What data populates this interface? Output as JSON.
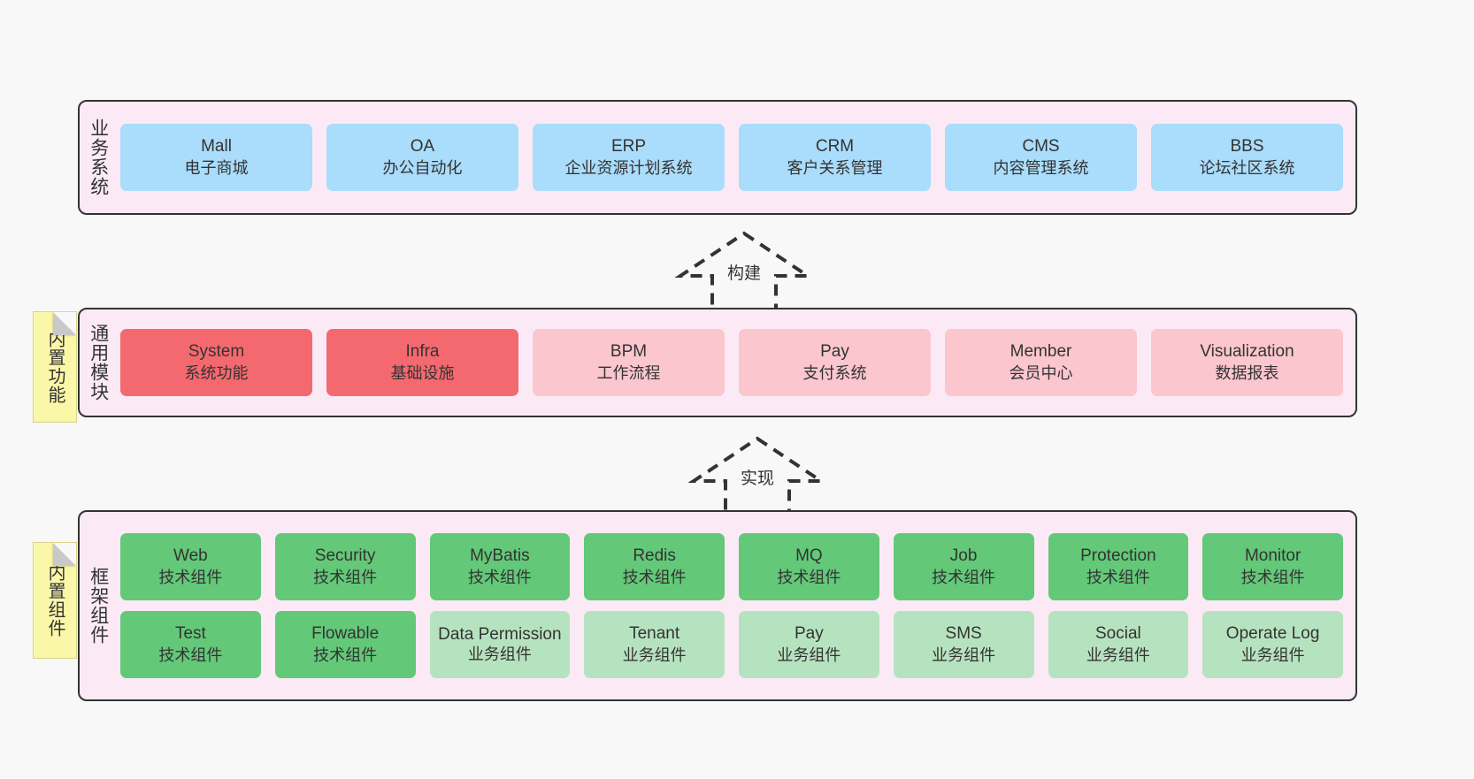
{
  "diagram": {
    "title": "",
    "background_color": "#f8f8f8",
    "layer_fill": "#fbeaf5",
    "layer_border": "#333333",
    "note_fill": "#fbf7a8"
  },
  "layers": [
    {
      "id": "business",
      "title": "业务系统",
      "note": null,
      "rows": [
        {
          "cards": [
            {
              "name": "Mall",
              "sub": "电子商城",
              "color": "#aadcfb",
              "style": "c-blue"
            },
            {
              "name": "OA",
              "sub": "办公自动化",
              "color": "#aadcfb",
              "style": "c-blue"
            },
            {
              "name": "ERP",
              "sub": "企业资源计划系统",
              "color": "#aadcfb",
              "style": "c-blue"
            },
            {
              "name": "CRM",
              "sub": "客户关系管理",
              "color": "#aadcfb",
              "style": "c-blue"
            },
            {
              "name": "CMS",
              "sub": "内容管理系统",
              "color": "#aadcfb",
              "style": "c-blue"
            },
            {
              "name": "BBS",
              "sub": "论坛社区系统",
              "color": "#aadcfb",
              "style": "c-blue"
            }
          ]
        }
      ]
    },
    {
      "id": "common",
      "title": "通用模块",
      "note": "内置功能",
      "rows": [
        {
          "cards": [
            {
              "name": "System",
              "sub": "系统功能",
              "color": "#f4696f",
              "style": "c-red"
            },
            {
              "name": "Infra",
              "sub": "基础设施",
              "color": "#f4696f",
              "style": "c-red"
            },
            {
              "name": "BPM",
              "sub": "工作流程",
              "color": "#fbc6ce",
              "style": "c-pink"
            },
            {
              "name": "Pay",
              "sub": "支付系统",
              "color": "#fbc6ce",
              "style": "c-pink"
            },
            {
              "name": "Member",
              "sub": "会员中心",
              "color": "#fbc6ce",
              "style": "c-pink"
            },
            {
              "name": "Visualization",
              "sub": "数据报表",
              "color": "#fbc6ce",
              "style": "c-pink"
            }
          ]
        }
      ]
    },
    {
      "id": "framework",
      "title": "框架组件",
      "note": "内置组件",
      "rows": [
        {
          "cards": [
            {
              "name": "Web",
              "sub": "技术组件",
              "color": "#63c878",
              "style": "c-green"
            },
            {
              "name": "Security",
              "sub": "技术组件",
              "color": "#63c878",
              "style": "c-green"
            },
            {
              "name": "MyBatis",
              "sub": "技术组件",
              "color": "#63c878",
              "style": "c-green"
            },
            {
              "name": "Redis",
              "sub": "技术组件",
              "color": "#63c878",
              "style": "c-green"
            },
            {
              "name": "MQ",
              "sub": "技术组件",
              "color": "#63c878",
              "style": "c-green"
            },
            {
              "name": "Job",
              "sub": "技术组件",
              "color": "#63c878",
              "style": "c-green"
            },
            {
              "name": "Protection",
              "sub": "技术组件",
              "color": "#63c878",
              "style": "c-green"
            },
            {
              "name": "Monitor",
              "sub": "技术组件",
              "color": "#63c878",
              "style": "c-green"
            }
          ]
        },
        {
          "cards": [
            {
              "name": "Test",
              "sub": "技术组件",
              "color": "#63c878",
              "style": "c-green"
            },
            {
              "name": "Flowable",
              "sub": "技术组件",
              "color": "#63c878",
              "style": "c-green"
            },
            {
              "name": "Data Permission",
              "sub": "业务组件",
              "color": "#b6e3bf",
              "style": "c-lightgreen"
            },
            {
              "name": "Tenant",
              "sub": "业务组件",
              "color": "#b6e3bf",
              "style": "c-lightgreen"
            },
            {
              "name": "Pay",
              "sub": "业务组件",
              "color": "#b6e3bf",
              "style": "c-lightgreen"
            },
            {
              "name": "SMS",
              "sub": "业务组件",
              "color": "#b6e3bf",
              "style": "c-lightgreen"
            },
            {
              "name": "Social",
              "sub": "业务组件",
              "color": "#b6e3bf",
              "style": "c-lightgreen"
            },
            {
              "name": "Operate Log",
              "sub": "业务组件",
              "color": "#b6e3bf",
              "style": "c-lightgreen"
            }
          ]
        }
      ]
    }
  ],
  "arrows": [
    {
      "id": "build",
      "label": "构建",
      "direction": "up",
      "style": "dashed",
      "color": "#333333"
    },
    {
      "id": "impl",
      "label": "实现",
      "direction": "up",
      "style": "dashed",
      "color": "#333333"
    }
  ]
}
